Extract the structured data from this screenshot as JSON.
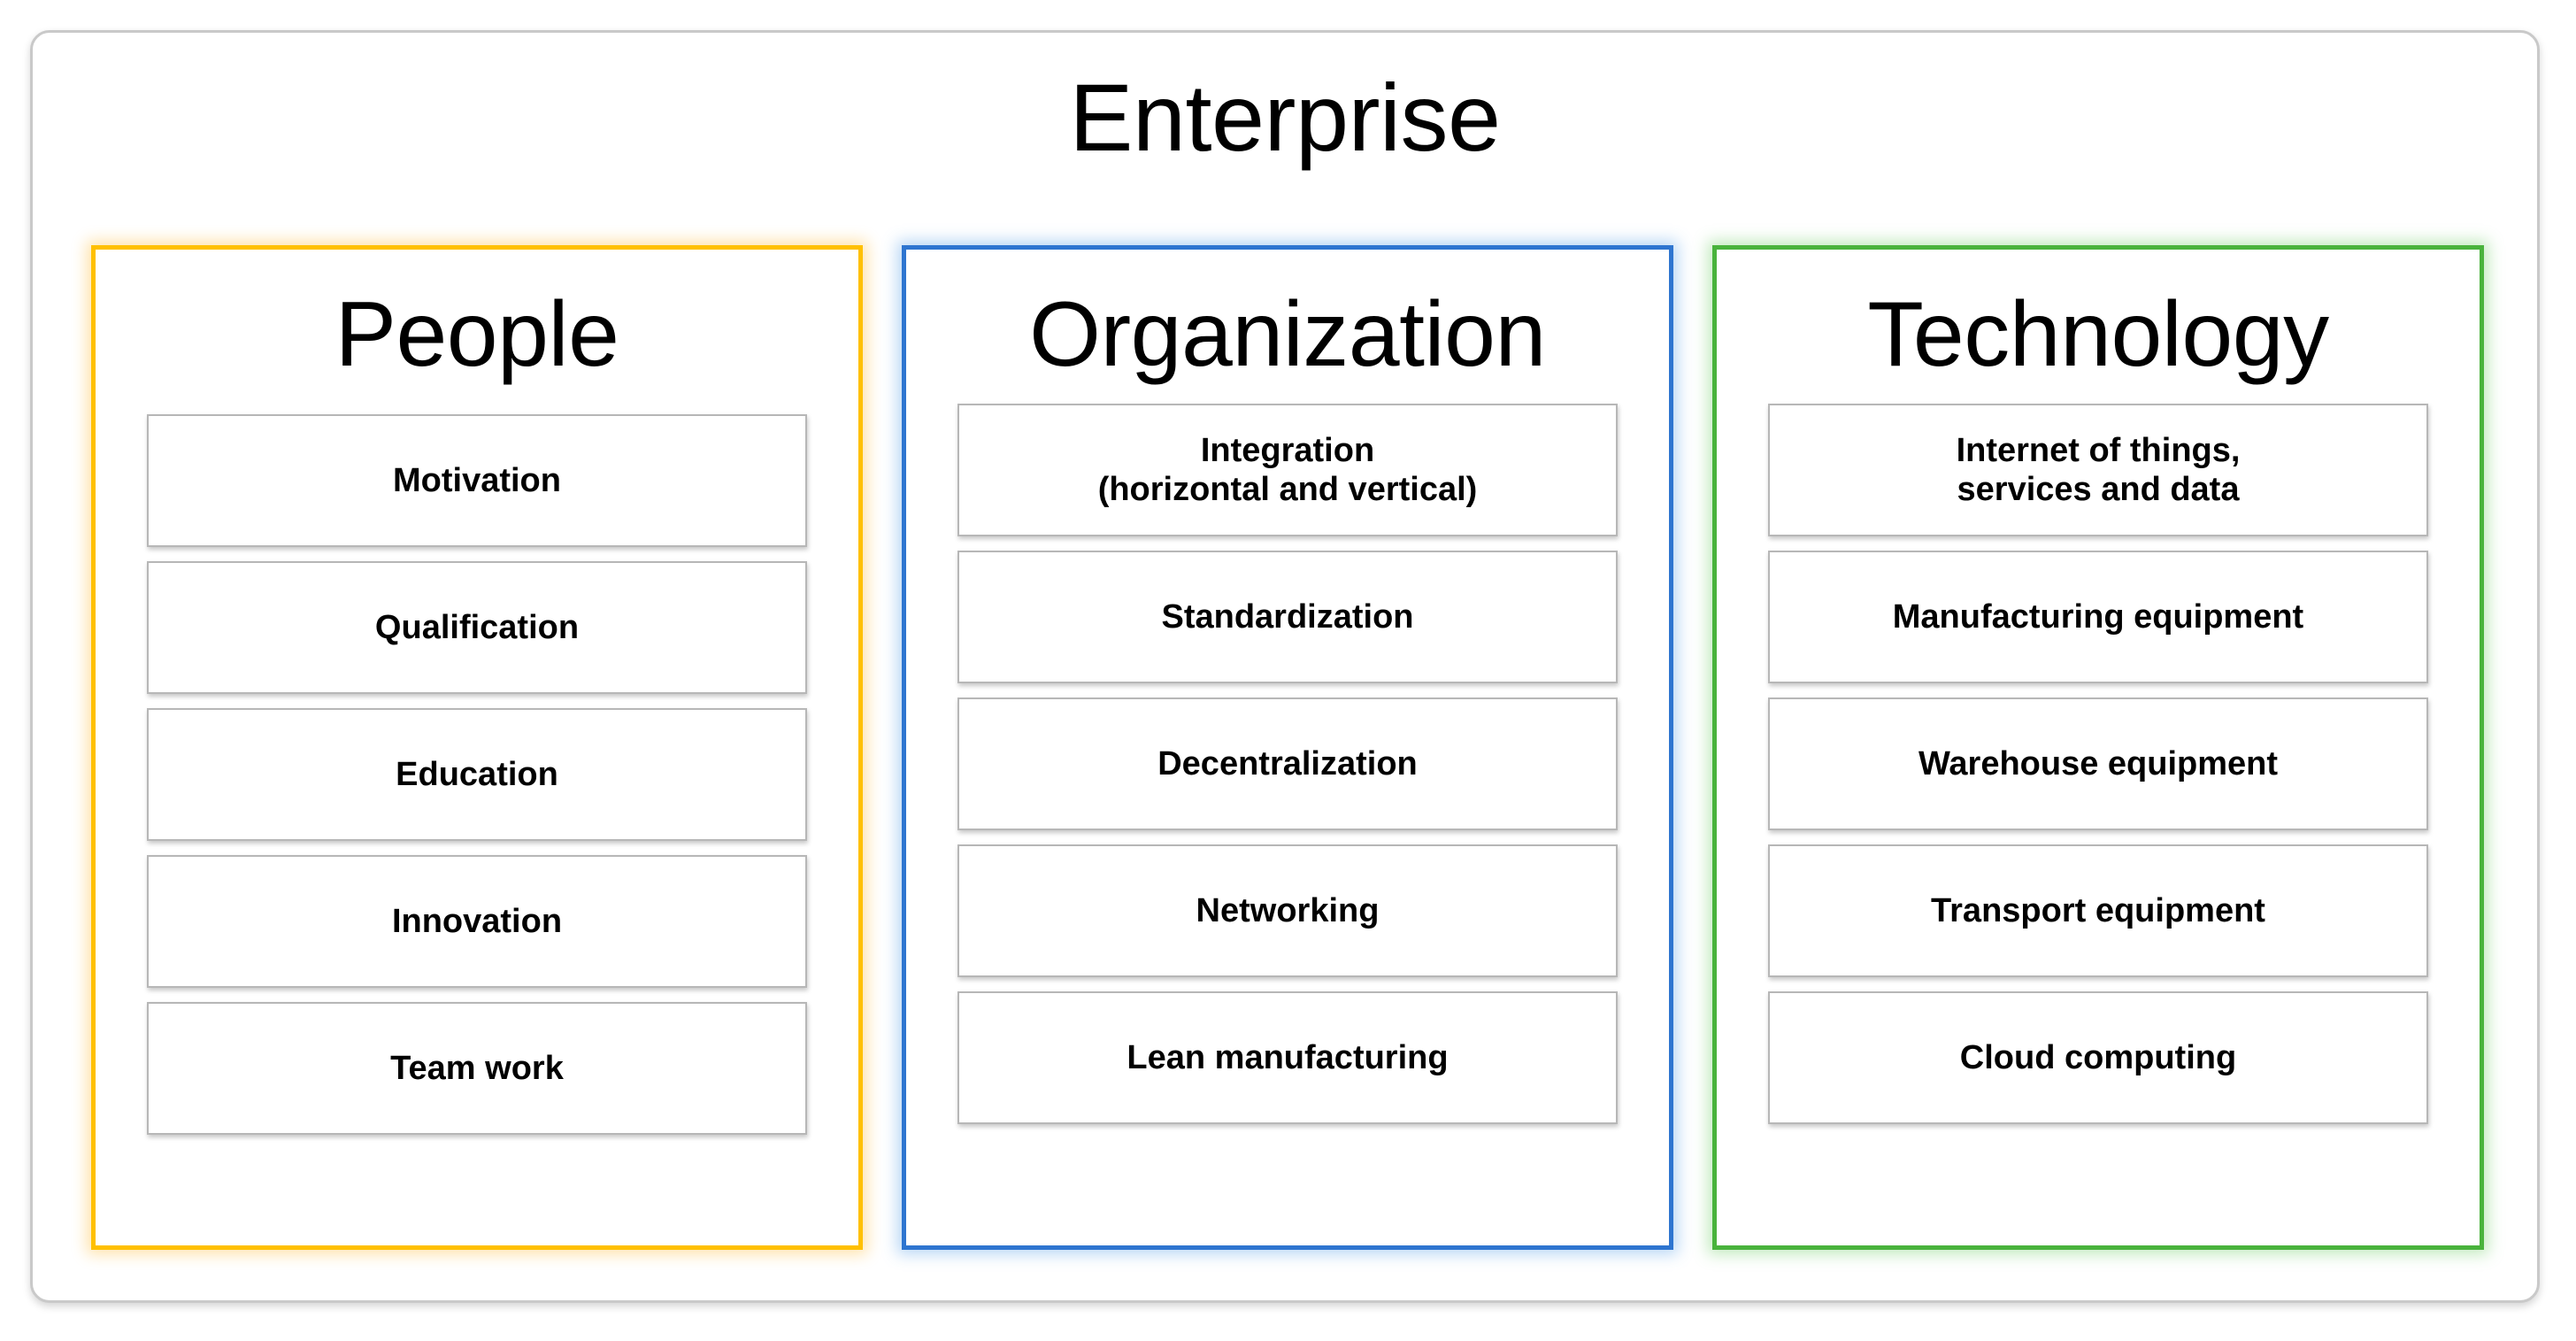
{
  "diagram": {
    "title": "Enterprise",
    "colors": {
      "people_border": "#FFC000",
      "organization_border": "#2E75D0",
      "technology_border": "#49B33C",
      "frame_border": "#C9C9C9",
      "item_border": "#B7B7B7",
      "text": "#000000",
      "background": "#FFFFFF"
    },
    "pillars": [
      {
        "title": "People",
        "accent": "#FFC000",
        "items": [
          {
            "label": "Motivation"
          },
          {
            "label": "Qualification"
          },
          {
            "label": "Education"
          },
          {
            "label": "Innovation"
          },
          {
            "label": "Team work"
          }
        ]
      },
      {
        "title": "Organization",
        "accent": "#2E75D0",
        "items": [
          {
            "label": "Integration\n(horizontal and vertical)"
          },
          {
            "label": "Standardization"
          },
          {
            "label": "Decentralization"
          },
          {
            "label": "Networking"
          },
          {
            "label": "Lean manufacturing"
          }
        ]
      },
      {
        "title": "Technology",
        "accent": "#49B33C",
        "items": [
          {
            "label": "Internet of things,\nservices and data"
          },
          {
            "label": "Manufacturing equipment"
          },
          {
            "label": "Warehouse equipment"
          },
          {
            "label": "Transport equipment"
          },
          {
            "label": "Cloud computing"
          }
        ]
      }
    ]
  }
}
